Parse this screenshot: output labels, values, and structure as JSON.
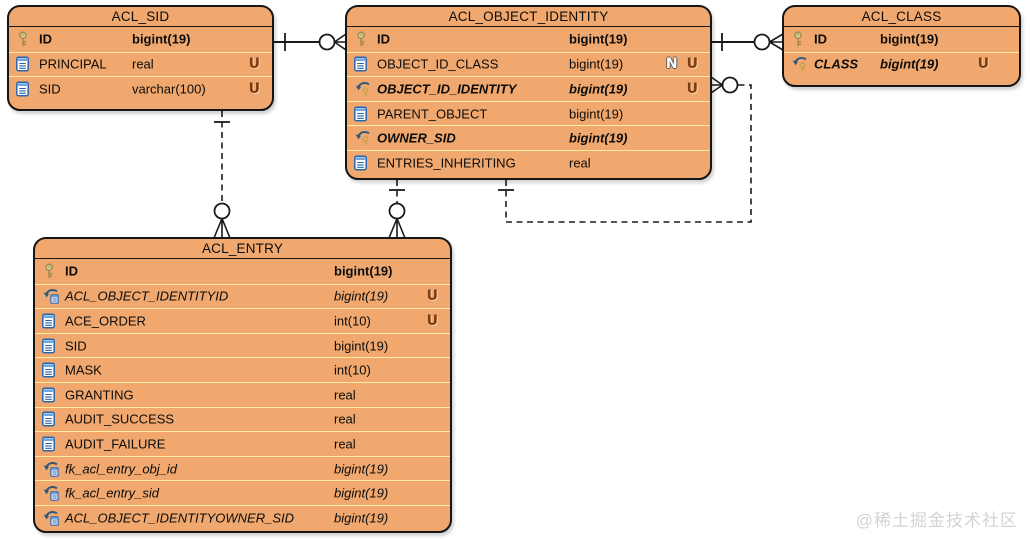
{
  "diagram": {
    "watermark": "@稀土掘金技术社区"
  },
  "colors": {
    "background": "#FFFFFF",
    "table_fill": "#F0A86E",
    "table_border": "#161616",
    "row_divider": "#FFEC9F",
    "unique_badge_brown": "#7D3B12",
    "fk_arrow_teal": "#2B5A7A",
    "key_gold": "#A28A50",
    "column_icon_blue": "#2A66B0",
    "connector_black": "#1A1A1A",
    "watermark_gray": "#D4D4D4"
  },
  "tables": {
    "acl_sid": {
      "title": "ACL_SID",
      "rows": [
        {
          "name": "ID",
          "type": "bigint(19)",
          "icon": "primary-key-icon",
          "badges": []
        },
        {
          "name": "PRINCIPAL",
          "type": "real",
          "icon": "column-icon",
          "badges": [
            "U"
          ]
        },
        {
          "name": "SID",
          "type": "varchar(100)",
          "icon": "column-icon",
          "badges": [
            "U"
          ]
        }
      ]
    },
    "acl_object_identity": {
      "title": "ACL_OBJECT_IDENTITY",
      "rows": [
        {
          "name": "ID",
          "type": "bigint(19)",
          "icon": "primary-key-icon",
          "badges": []
        },
        {
          "name": "OBJECT_ID_CLASS",
          "type": "bigint(19)",
          "icon": "column-icon",
          "badges": [
            "N",
            "U"
          ]
        },
        {
          "name": "OBJECT_ID_IDENTITY",
          "type": "bigint(19)",
          "icon": "foreign-key-icon",
          "badges": [
            "U"
          ]
        },
        {
          "name": "PARENT_OBJECT",
          "type": "bigint(19)",
          "icon": "column-icon",
          "badges": []
        },
        {
          "name": "OWNER_SID",
          "type": "bigint(19)",
          "icon": "foreign-key-icon",
          "badges": []
        },
        {
          "name": "ENTRIES_INHERITING",
          "type": "real",
          "icon": "column-icon",
          "badges": []
        }
      ]
    },
    "acl_class": {
      "title": "ACL_CLASS",
      "rows": [
        {
          "name": "ID",
          "type": "bigint(19)",
          "icon": "primary-key-icon",
          "badges": []
        },
        {
          "name": "CLASS",
          "type": "bigint(19)",
          "icon": "foreign-key-icon",
          "badges": [
            "U"
          ]
        }
      ]
    },
    "acl_entry": {
      "title": "ACL_ENTRY",
      "rows": [
        {
          "name": "ID",
          "type": "bigint(19)",
          "icon": "primary-key-icon",
          "badges": []
        },
        {
          "name": "ACL_OBJECT_IDENTITYID",
          "type": "bigint(19)",
          "icon": "foreign-key-icon",
          "badges": [
            "U"
          ]
        },
        {
          "name": "ACE_ORDER",
          "type": "int(10)",
          "icon": "column-icon",
          "badges": [
            "U"
          ]
        },
        {
          "name": "SID",
          "type": "bigint(19)",
          "icon": "column-icon",
          "badges": []
        },
        {
          "name": "MASK",
          "type": "int(10)",
          "icon": "column-icon",
          "badges": []
        },
        {
          "name": "GRANTING",
          "type": "real",
          "icon": "column-icon",
          "badges": []
        },
        {
          "name": "AUDIT_SUCCESS",
          "type": "real",
          "icon": "column-icon",
          "badges": []
        },
        {
          "name": "AUDIT_FAILURE",
          "type": "real",
          "icon": "column-icon",
          "badges": []
        },
        {
          "name": "fk_acl_entry_obj_id",
          "type": "bigint(19)",
          "icon": "foreign-key-icon",
          "badges": []
        },
        {
          "name": "fk_acl_entry_sid",
          "type": "bigint(19)",
          "icon": "foreign-key-icon",
          "badges": []
        },
        {
          "name": "ACL_OBJECT_IDENTITYOWNER_SID",
          "type": "bigint(19)",
          "icon": "foreign-key-icon",
          "badges": []
        }
      ]
    }
  },
  "relationships": [
    {
      "from": "ACL_SID",
      "to": "ACL_OBJECT_IDENTITY",
      "line": "solid",
      "from_end": "one",
      "to_end": "zero-or-many"
    },
    {
      "from": "ACL_OBJECT_IDENTITY",
      "to": "ACL_CLASS",
      "line": "solid",
      "from_end": "one",
      "to_end": "zero-or-many"
    },
    {
      "from": "ACL_SID",
      "to": "ACL_ENTRY",
      "line": "dashed",
      "from_end": "one",
      "to_end": "zero-or-many"
    },
    {
      "from": "ACL_OBJECT_IDENTITY",
      "to": "ACL_ENTRY",
      "line": "dashed",
      "from_end": "one",
      "to_end": "zero-or-many"
    },
    {
      "from": "ACL_OBJECT_IDENTITY",
      "to": "ACL_OBJECT_IDENTITY",
      "line": "dashed",
      "from_end": "one",
      "to_end": "zero-or-many",
      "note": "self-reference"
    }
  ]
}
